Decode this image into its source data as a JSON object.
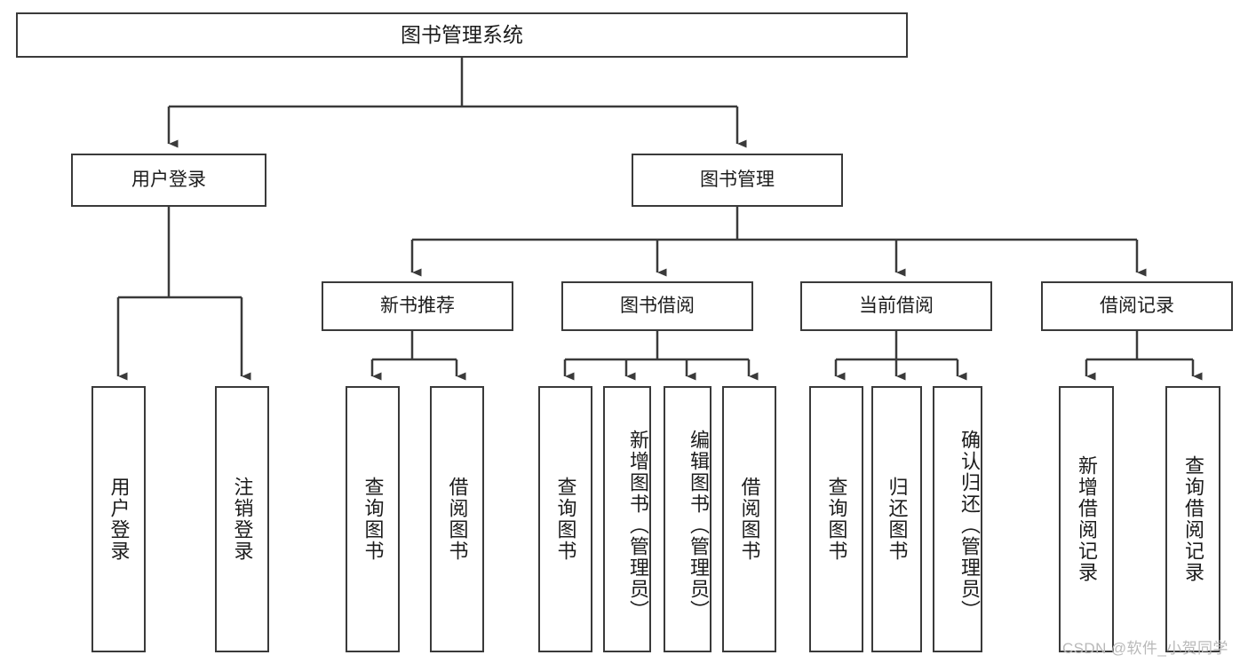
{
  "diagram": {
    "type": "tree",
    "title": "图书管理系统",
    "root": {
      "label": "图书管理系统"
    },
    "level2": [
      {
        "label": "用户登录"
      },
      {
        "label": "图书管理"
      }
    ],
    "level3": [
      {
        "label": "新书推荐"
      },
      {
        "label": "图书借阅"
      },
      {
        "label": "当前借阅"
      },
      {
        "label": "借阅记录"
      }
    ],
    "leaves": {
      "user_login": [
        {
          "label": "用户登录"
        },
        {
          "label": "注销登录"
        }
      ],
      "new_book": [
        {
          "label": "查询图书"
        },
        {
          "label": "借阅图书"
        }
      ],
      "borrow_book": [
        {
          "label": "查询图书"
        },
        {
          "label": "新增图书（管理员）"
        },
        {
          "label": "编辑图书（管理员）"
        },
        {
          "label": "借阅图书"
        }
      ],
      "current_borrow": [
        {
          "label": "查询图书"
        },
        {
          "label": "归还图书"
        },
        {
          "label": "确认归还（管理员）"
        }
      ],
      "borrow_record": [
        {
          "label": "新增借阅记录"
        },
        {
          "label": "查询借阅记录"
        }
      ]
    }
  },
  "watermark": {
    "text": "CSDN @软件_小贺同学"
  },
  "colors": {
    "stroke": "#3a3a3a",
    "box_fill": "#ffffff",
    "text": "#1c1c1c",
    "watermark": "#b9b9b9"
  }
}
